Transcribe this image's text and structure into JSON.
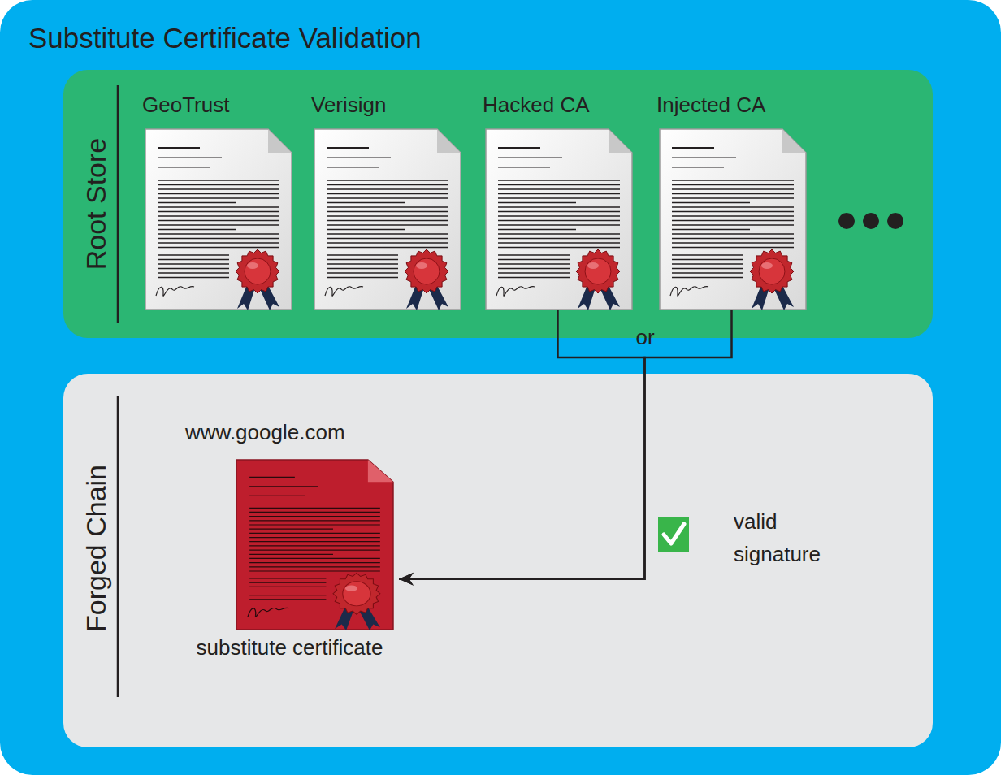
{
  "diagram": {
    "title": "Substitute Certificate Validation",
    "nodes": [
      {
        "text": [
          "Root Store"
        ]
      },
      {
        "text": [
          "GeoTrust"
        ],
        "in": 0
      },
      {
        "text": [
          "Verisign"
        ],
        "in": 0
      },
      {
        "text": [
          "Hacked CA"
        ],
        "in": 0
      },
      {
        "text": [
          "Injected CA"
        ],
        "in": 0
      },
      {
        "text": [
          "Forged Chain"
        ]
      },
      {
        "text": [
          "www.google.com",
          "substitute certificate"
        ],
        "in": 5
      }
    ],
    "edges": [
      {
        "from": 3,
        "to": 6,
        "arrow": "to"
      },
      {
        "from": 4,
        "to": 6,
        "arrow": "to"
      }
    ],
    "labels": [
      "or",
      "valid signature"
    ]
  }
}
